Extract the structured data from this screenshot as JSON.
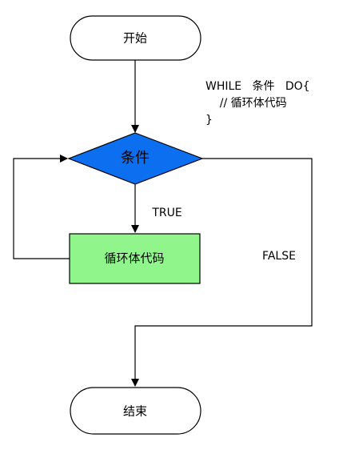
{
  "flowchart": {
    "start_label": "开始",
    "condition_label": "条件",
    "loop_body_label": "循环体代码",
    "end_label": "结束",
    "true_label": "TRUE",
    "false_label": "FALSE"
  },
  "code_snippet": {
    "line1": "WHILE   条件   DO{",
    "line2": "    // 循环体代码",
    "line3": "}"
  },
  "colors": {
    "condition_fill": "#0b6ff0",
    "loop_body_fill": "#90f58a",
    "terminal_fill": "#ffffff",
    "stroke": "#000000"
  }
}
